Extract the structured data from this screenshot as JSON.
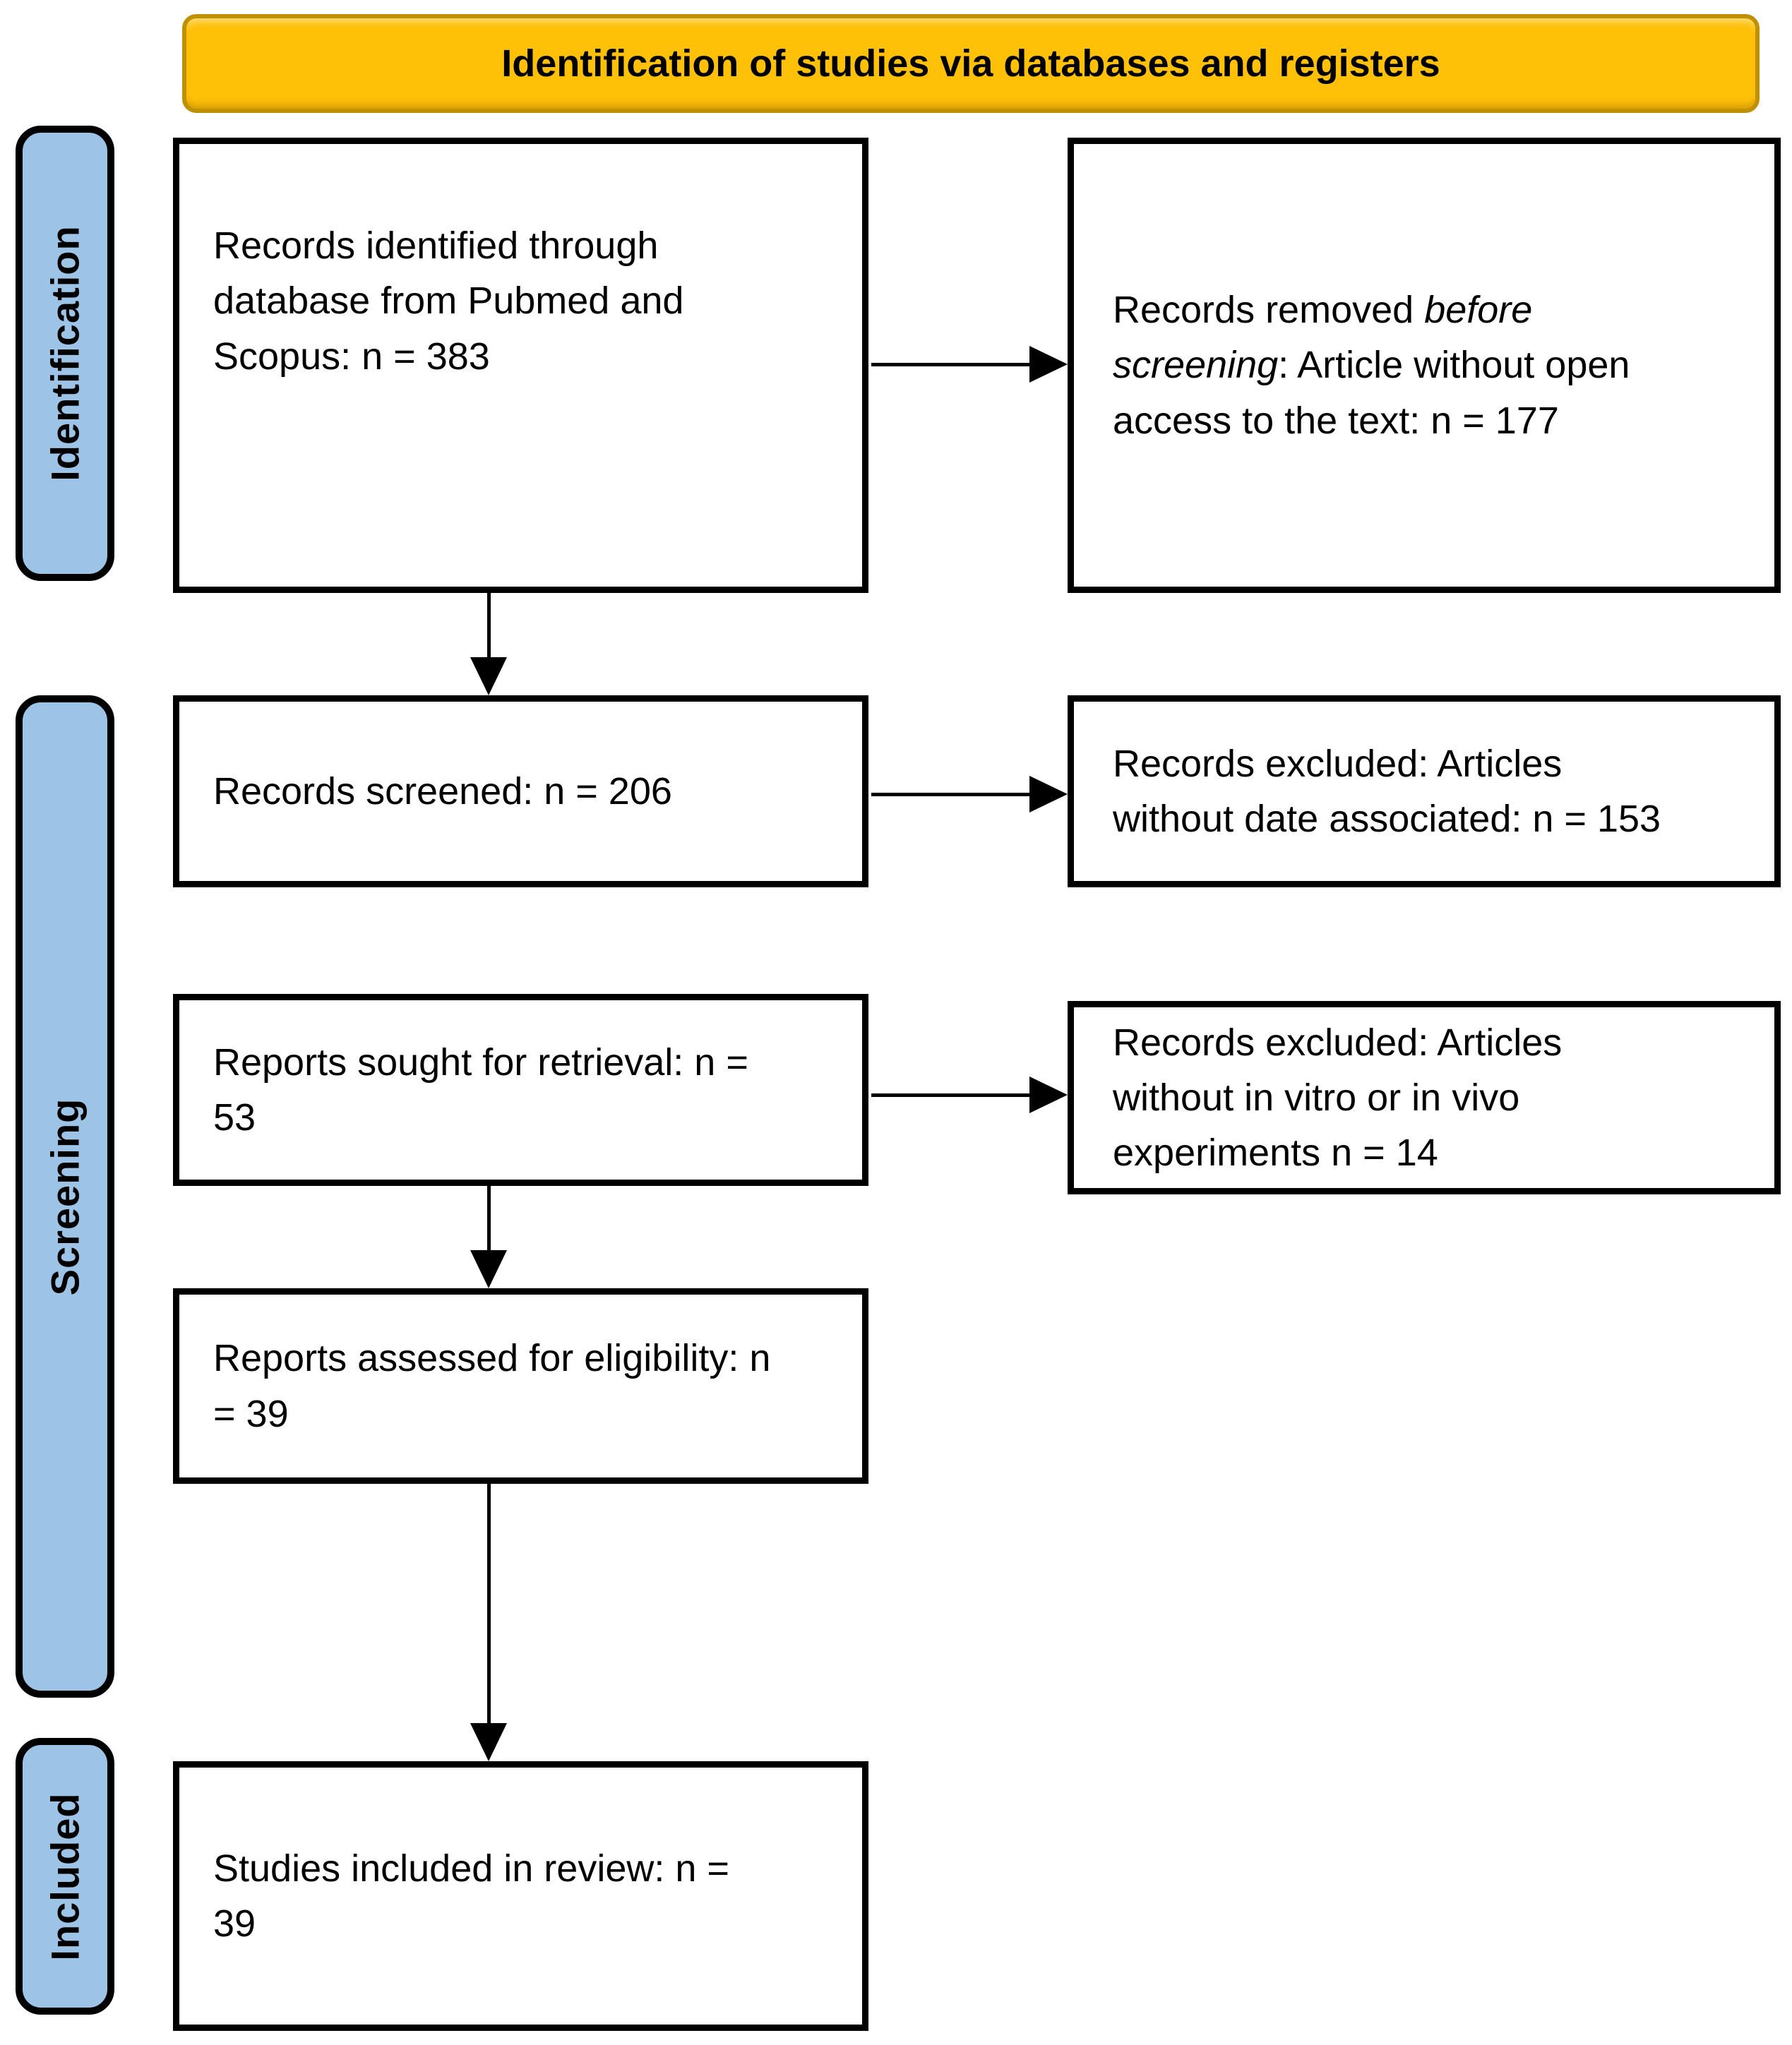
{
  "title_banner": {
    "label": "Identification of studies via databases and registers"
  },
  "stage_labels": {
    "identification": "Identification",
    "screening": "Screening",
    "included": "Included"
  },
  "boxes": {
    "records_identified": {
      "text": "Records identified through\ndatabase from Pubmed and\nScopus: n = 383"
    },
    "records_removed": {
      "prefix": "Records removed ",
      "italic": "before\nscreening",
      "suffix": ": Article without open\naccess to the text: n = 177"
    },
    "records_screened": {
      "text": "Records screened: n = 206"
    },
    "records_excluded_date": {
      "text": "Records excluded: Articles\nwithout date associated: n = 153"
    },
    "reports_sought": {
      "text": "Reports sought for retrieval: n =\n53"
    },
    "records_excluded_experiments": {
      "text": "Records excluded: Articles\nwithout in vitro or in vivo\nexperiments n = 14"
    },
    "reports_assessed": {
      "text": "Reports assessed for eligibility: n\n= 39"
    },
    "studies_included": {
      "text": "Studies included in review: n =\n39"
    }
  },
  "colors": {
    "banner_fill": "#FFC008",
    "banner_border": "#BF9000",
    "stage_fill": "#9DC3E6",
    "box_border": "#000000"
  }
}
